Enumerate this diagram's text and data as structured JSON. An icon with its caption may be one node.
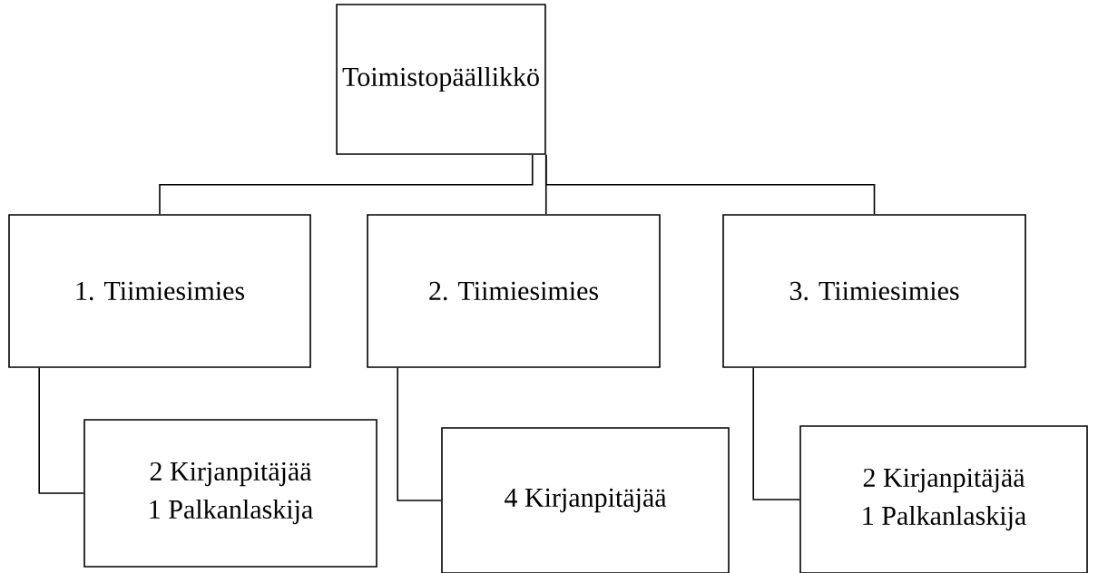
{
  "diagram": {
    "nodes": [
      {
        "text": [
          "Toimistopäällikkö"
        ]
      },
      {
        "text": [
          "1. Tiimiesimies"
        ]
      },
      {
        "text": [
          "2. Tiimiesimies"
        ]
      },
      {
        "text": [
          "3. Tiimiesimies"
        ]
      },
      {
        "text": [
          "2 Kirjanpitäjää",
          "1 Palkanlaskija"
        ]
      },
      {
        "text": [
          "4 Kirjanpitäjää"
        ]
      },
      {
        "text": [
          "2 Kirjanpitäjää",
          "1 Palkanlaskija"
        ]
      }
    ],
    "edges": [
      {
        "from": 0,
        "to": 1,
        "arrow": "none"
      },
      {
        "from": 0,
        "to": 2,
        "arrow": "none"
      },
      {
        "from": 0,
        "to": 3,
        "arrow": "none"
      },
      {
        "from": 1,
        "to": 4,
        "arrow": "none"
      },
      {
        "from": 2,
        "to": 5,
        "arrow": "none"
      },
      {
        "from": 3,
        "to": 6,
        "arrow": "none"
      }
    ]
  }
}
